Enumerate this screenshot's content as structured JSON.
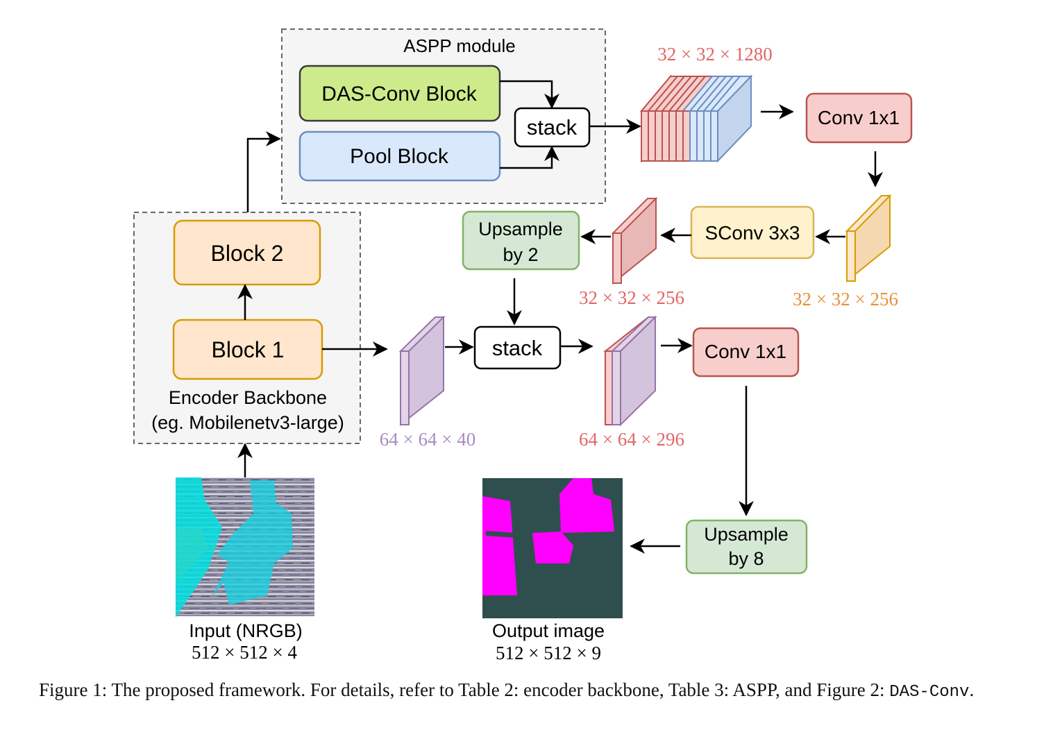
{
  "aspp": {
    "title": "ASPP module",
    "das_conv": "DAS-Conv Block",
    "pool": "Pool Block",
    "stack": "stack"
  },
  "encoder": {
    "block1": "Block 1",
    "block2": "Block 2",
    "label_line1": "Encoder Backbone",
    "label_line2": "(eg. Mobilenetv3-large)"
  },
  "nodes": {
    "conv_top": "Conv 1x1",
    "sconv": "SConv 3x3",
    "upsample2_line1": "Upsample",
    "upsample2_line2": "by 2",
    "stack_mid": "stack",
    "conv_mid": "Conv 1x1",
    "upsample8_line1": "Upsample",
    "upsample8_line2": "by 8"
  },
  "dims": {
    "aspp_out": "32 × 32 × 1280",
    "sconv_in": "32 × 32 × 256",
    "sconv_out": "32 × 32 × 256",
    "block1_out": "64 × 64 × 40",
    "concat": "64 × 64 × 296"
  },
  "input": {
    "label": "Input (NRGB)",
    "dims": "512 × 512 × 4"
  },
  "output": {
    "label": "Output image",
    "dims": "512 × 512 × 9"
  },
  "caption": {
    "text": "Figure 1: The proposed framework. For details, refer to Table 2: encoder backbone, Table 3: ASPP, and Figure 2:",
    "mono": "DAS-Conv",
    "end": "."
  },
  "colors": {
    "red_fill": "#f8cecc",
    "red_stroke": "#b85450",
    "blue_fill": "#dae8fc",
    "blue_stroke": "#6c8ebf",
    "green_fill": "#d5e8d4",
    "green_stroke": "#82b366",
    "lime_fill": "#cdeb8b",
    "lime_stroke": "#36393d",
    "orange_fill": "#ffe6cc",
    "orange_stroke": "#d79b00",
    "yellow_fill": "#fff2cc",
    "yellow_stroke": "#d6b656",
    "purple_fill": "#e1d5e7",
    "purple_stroke": "#9673a6",
    "dim_red": "#e06666",
    "dim_orange": "#e69138",
    "dim_purple": "#a68bc0",
    "output_bg": "#2f4f4f",
    "output_fg": "#ff00ff"
  }
}
